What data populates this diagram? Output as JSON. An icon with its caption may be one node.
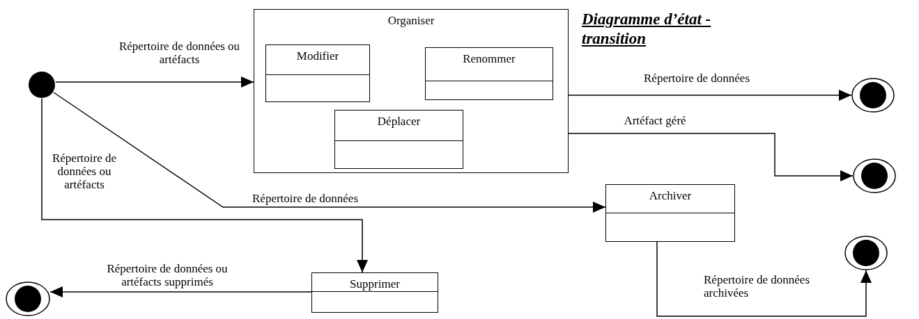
{
  "diagram": {
    "title": "Diagramme d’état - transition",
    "nodes": [
      {
        "text": [],
        "shape": "circle"
      },
      {
        "text": [
          "Organiser"
        ]
      },
      {
        "text": [
          "Modifier"
        ],
        "in": 1
      },
      {
        "text": [
          "Renommer"
        ],
        "in": 1
      },
      {
        "text": [
          "Déplacer"
        ],
        "in": 1
      },
      {
        "text": [],
        "shape": "circle"
      },
      {
        "text": [],
        "shape": "circle"
      },
      {
        "text": [
          "Archiver"
        ]
      },
      {
        "text": [],
        "shape": "circle"
      },
      {
        "text": [
          "Supprimer"
        ]
      },
      {
        "text": [],
        "shape": "circle"
      }
    ],
    "edges": [
      {
        "from": 0,
        "to": 1,
        "arrow": "to",
        "label": "Répertoire de données ou artéfacts"
      },
      {
        "from": 1,
        "to": 5,
        "arrow": "to",
        "label": "Répertoire de données"
      },
      {
        "from": 1,
        "to": 6,
        "arrow": "to",
        "label": "Artéfact géré"
      },
      {
        "from": 0,
        "to": 7,
        "arrow": "to",
        "label": "Répertoire de données"
      },
      {
        "from": 0,
        "to": 9,
        "arrow": "to",
        "label": "Répertoire de données ou artéfacts"
      },
      {
        "from": 9,
        "to": 10,
        "arrow": "to",
        "label": "Répertoire de données ou artéfacts supprimés"
      },
      {
        "from": 7,
        "to": 8,
        "arrow": "to",
        "label": "Répertoire de données archivées"
      }
    ]
  }
}
